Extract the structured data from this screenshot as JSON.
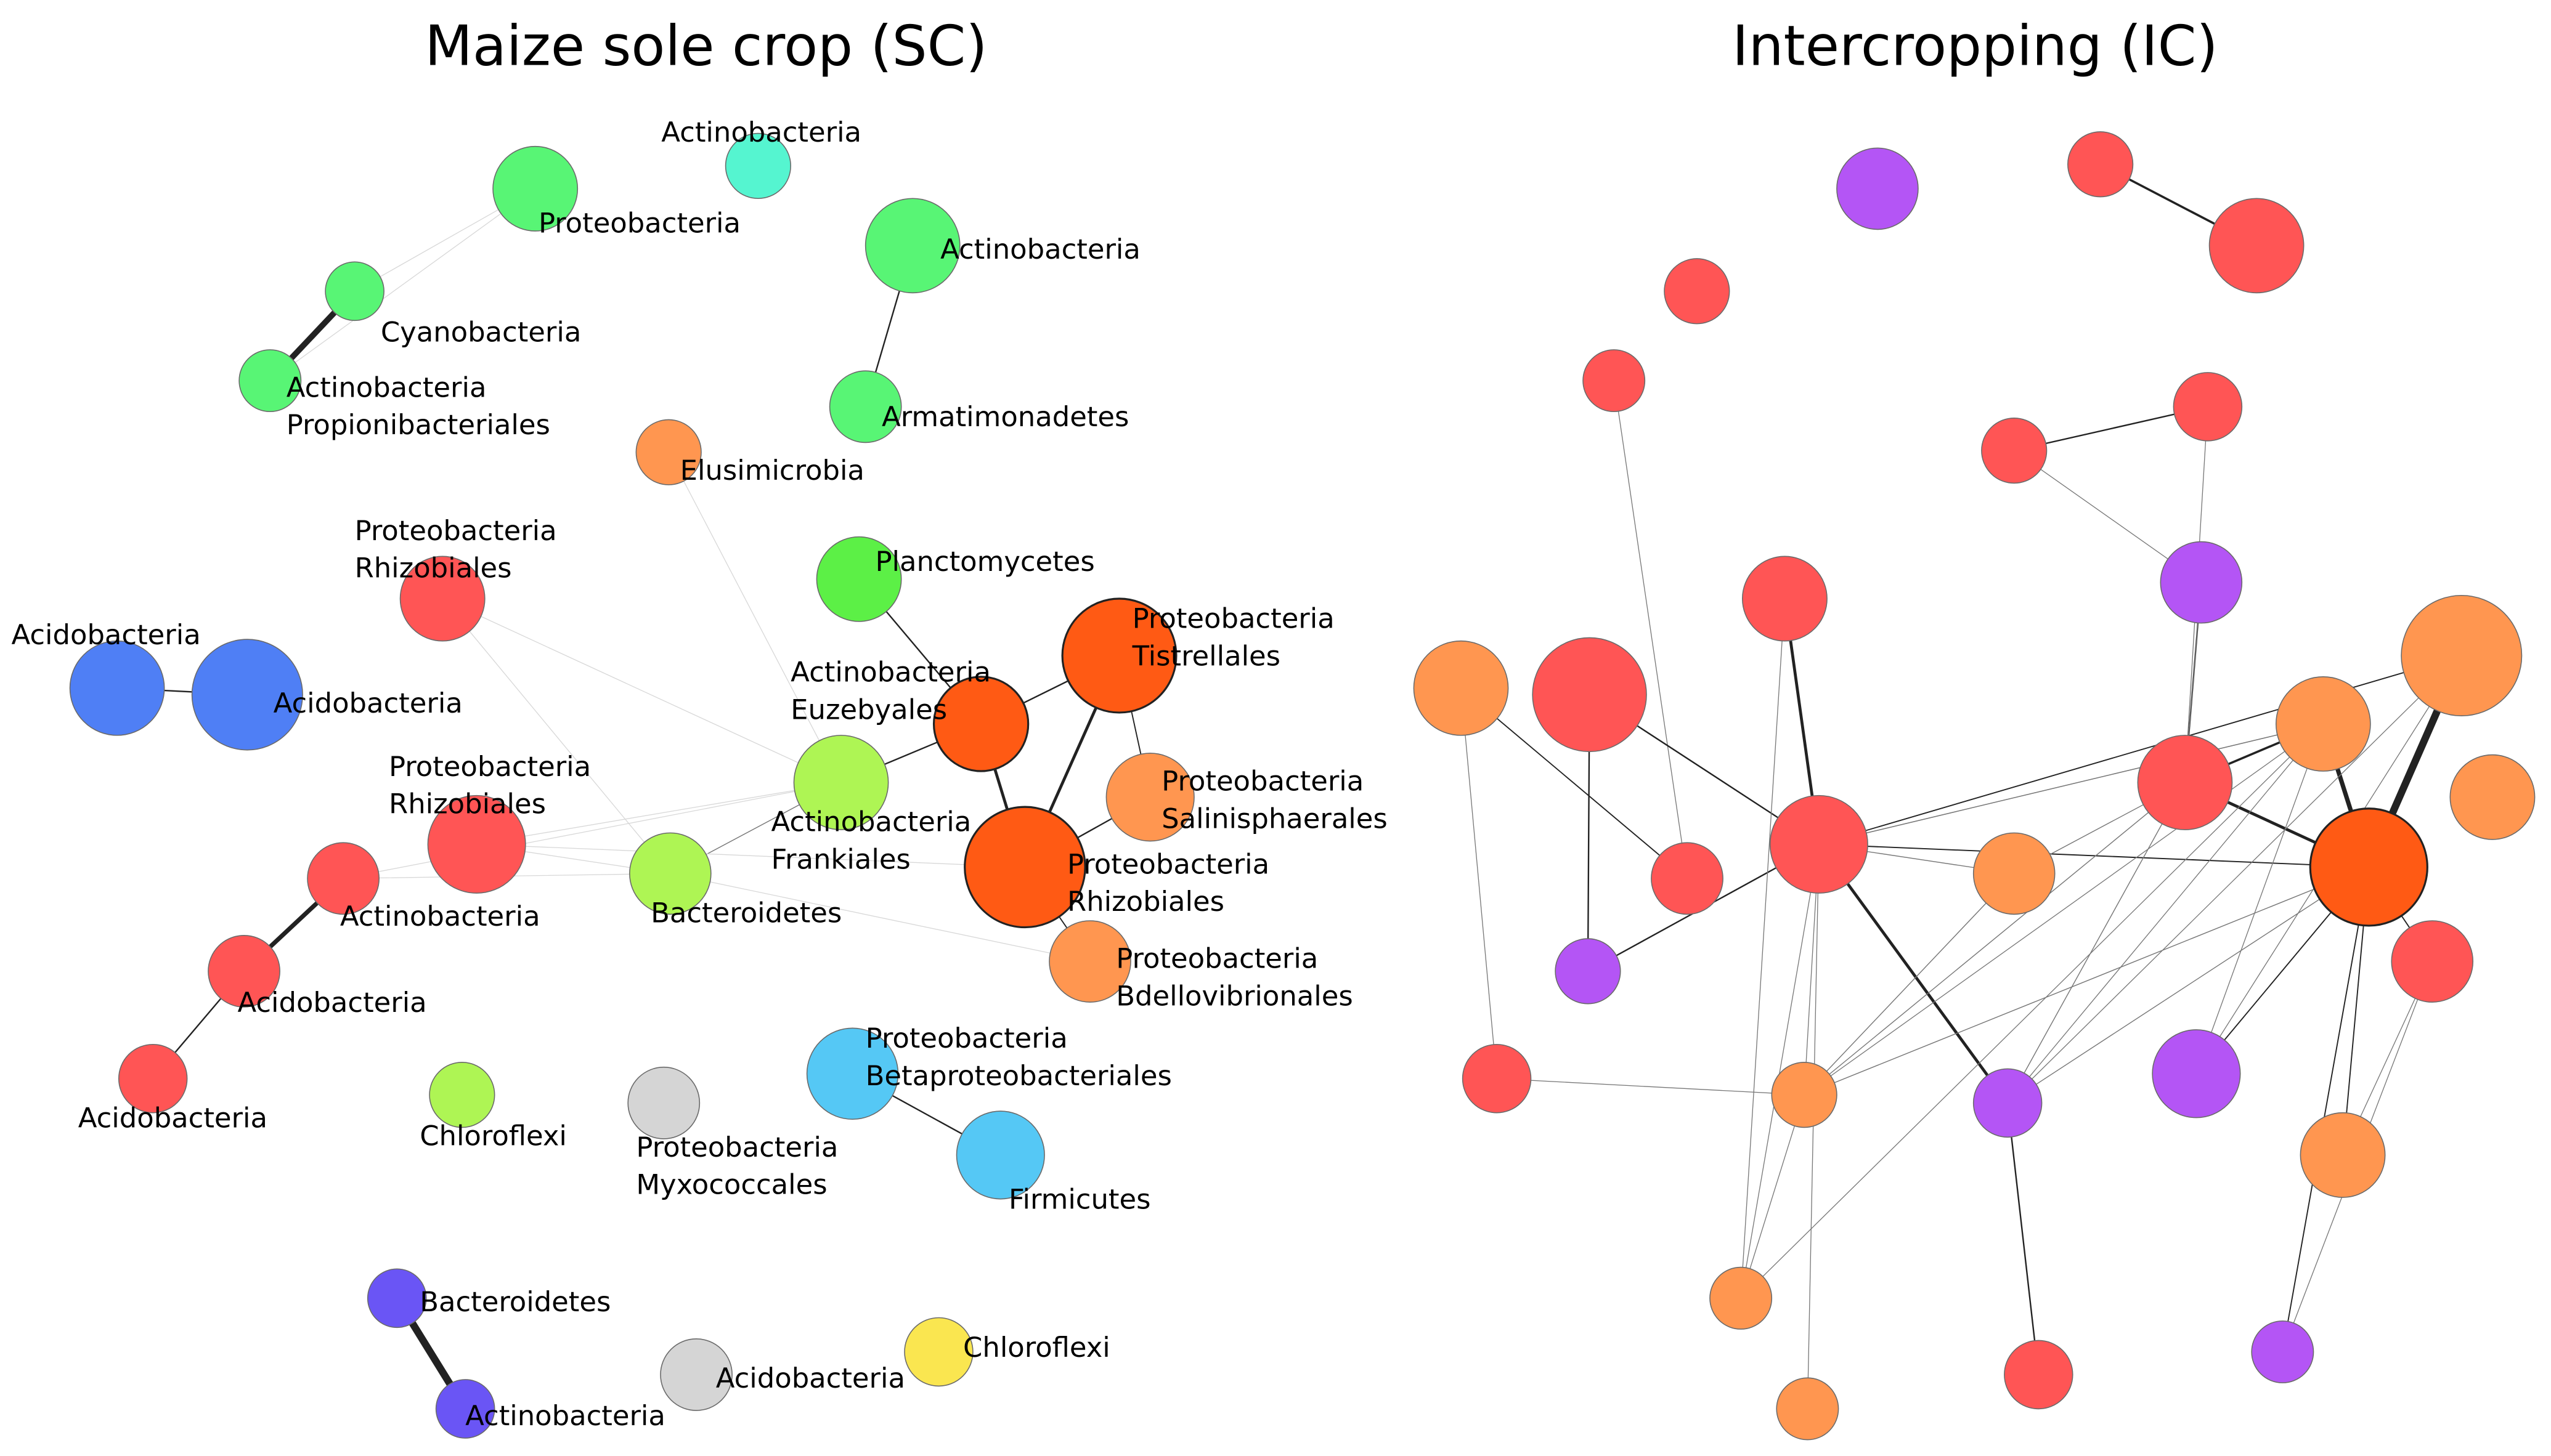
{
  "panels": [
    {
      "id": "sc",
      "title": "Maize sole crop (SC)",
      "nodes": [
        {
          "id": "sc_proteo_top",
          "color": "#58f575",
          "label": [
            "Proteobacteria"
          ]
        },
        {
          "id": "sc_actino_cyan",
          "color": "#55f5d0",
          "label": [
            "Actinobacteria"
          ]
        },
        {
          "id": "sc_cyano",
          "color": "#58f575",
          "label": [
            "Cyanobacteria"
          ]
        },
        {
          "id": "sc_actino_prop",
          "color": "#58f575",
          "label": [
            "Actinobacteria",
            "Propionibacteriales"
          ]
        },
        {
          "id": "sc_actino_green",
          "color": "#58f575",
          "label": [
            "Actinobacteria"
          ]
        },
        {
          "id": "sc_armati",
          "color": "#58f575",
          "label": [
            "Armatimonadetes"
          ]
        },
        {
          "id": "sc_elusi",
          "color": "#ff9650",
          "label": [
            "Elusimicrobia"
          ]
        },
        {
          "id": "sc_plancto",
          "color": "#5cf046",
          "label": [
            "Planctomycetes"
          ]
        },
        {
          "id": "sc_proteo_rhizo1",
          "color": "#ff5555",
          "label": [
            "Proteobacteria",
            "Rhizobiales"
          ]
        },
        {
          "id": "sc_acido_l",
          "color": "#4f7ff5",
          "label": [
            "Acidobacteria"
          ]
        },
        {
          "id": "sc_acido_r",
          "color": "#4f7ff5",
          "label": [
            "Acidobacteria"
          ]
        },
        {
          "id": "sc_proteo_tistr",
          "color": "#ff5a14",
          "label": [
            "Proteobacteria",
            "Tistrellales"
          ]
        },
        {
          "id": "sc_actino_euzeb",
          "color": "#ff5a14",
          "label": [
            "Actinobacteria",
            "Euzebyales"
          ]
        },
        {
          "id": "sc_proteo_salini",
          "color": "#ff9650",
          "label": [
            "Proteobacteria",
            "Salinisphaerales"
          ]
        },
        {
          "id": "sc_proteo_rhizo2",
          "color": "#ff5555",
          "label": [
            "Proteobacteria",
            "Rhizobiales"
          ]
        },
        {
          "id": "sc_actino_frank",
          "color": "#aef554",
          "label": [
            "Actinobacteria",
            "Frankiales"
          ]
        },
        {
          "id": "sc_proteo_rhizo3",
          "color": "#ff5a14",
          "label": [
            "Proteobacteria",
            "Rhizobiales"
          ]
        },
        {
          "id": "sc_actino_red",
          "color": "#ff5555",
          "label": [
            "Actinobacteria"
          ]
        },
        {
          "id": "sc_bactero_green",
          "color": "#aef554",
          "label": [
            "Bacteroidetes"
          ]
        },
        {
          "id": "sc_proteo_bdello",
          "color": "#ff9650",
          "label": [
            "Proteobacteria",
            "Bdellovibrionales"
          ]
        },
        {
          "id": "sc_acido_mid",
          "color": "#ff5555",
          "label": [
            "Acidobacteria"
          ]
        },
        {
          "id": "sc_acido_low",
          "color": "#ff5555",
          "label": [
            "Acidobacteria"
          ]
        },
        {
          "id": "sc_proteo_beta",
          "color": "#55c8f5",
          "label": [
            "Proteobacteria",
            "Betaproteobacteriales"
          ]
        },
        {
          "id": "sc_chloro_green",
          "color": "#aef554",
          "label": [
            "Chloroflexi"
          ]
        },
        {
          "id": "sc_proteo_myxo",
          "color": "#d5d5d5",
          "label": [
            "Proteobacteria",
            "Myxococcales"
          ]
        },
        {
          "id": "sc_firmi",
          "color": "#55c8f5",
          "label": [
            "Firmicutes"
          ]
        },
        {
          "id": "sc_bactero_blue",
          "color": "#6a55f5",
          "label": [
            "Bacteroidetes"
          ]
        },
        {
          "id": "sc_actino_blue",
          "color": "#6a55f5",
          "label": [
            "Actinobacteria"
          ]
        },
        {
          "id": "sc_acido_grey",
          "color": "#d5d5d5",
          "label": [
            "Acidobacteria"
          ]
        },
        {
          "id": "sc_chloro_yellow",
          "color": "#fae650",
          "label": [
            "Chloroflexi"
          ]
        }
      ],
      "edges": [
        {
          "source": "sc_cyano",
          "target": "sc_actino_prop",
          "weight": 4
        },
        {
          "source": "sc_actino_green",
          "target": "sc_armati",
          "weight": 1
        },
        {
          "source": "sc_acido_l",
          "target": "sc_acido_r",
          "weight": 1
        },
        {
          "source": "sc_actino_red",
          "target": "sc_acido_mid",
          "weight": 3
        },
        {
          "source": "sc_acido_mid",
          "target": "sc_acido_low",
          "weight": 1
        },
        {
          "source": "sc_proteo_tistr",
          "target": "sc_proteo_rhizo3",
          "weight": 2
        },
        {
          "source": "sc_actino_euzeb",
          "target": "sc_proteo_rhizo3",
          "weight": 2
        },
        {
          "source": "sc_actino_euzeb",
          "target": "sc_proteo_tistr",
          "weight": 1
        },
        {
          "source": "sc_plancto",
          "target": "sc_actino_euzeb",
          "weight": 1
        },
        {
          "source": "sc_actino_frank",
          "target": "sc_actino_euzeb",
          "weight": 1
        },
        {
          "source": "sc_bactero_green",
          "target": "sc_actino_frank",
          "weight": 0.6
        },
        {
          "source": "sc_proteo_salini",
          "target": "sc_proteo_rhizo3",
          "weight": 1
        },
        {
          "source": "sc_proteo_tistr",
          "target": "sc_proteo_salini",
          "weight": 0.8
        },
        {
          "source": "sc_proteo_rhizo3",
          "target": "sc_proteo_bdello",
          "weight": 0.8
        },
        {
          "source": "sc_proteo_beta",
          "target": "sc_firmi",
          "weight": 1
        },
        {
          "source": "sc_bactero_blue",
          "target": "sc_actino_blue",
          "weight": 5
        },
        {
          "source": "sc_proteo_top",
          "target": "sc_cyano",
          "weight": 0.25
        },
        {
          "source": "sc_proteo_top",
          "target": "sc_actino_prop",
          "weight": 0.25
        },
        {
          "source": "sc_elusi",
          "target": "sc_actino_frank",
          "weight": 0.25
        },
        {
          "source": "sc_proteo_rhizo1",
          "target": "sc_bactero_green",
          "weight": 0.25
        },
        {
          "source": "sc_proteo_rhizo1",
          "target": "sc_actino_frank",
          "weight": 0.25
        },
        {
          "source": "sc_proteo_rhizo2",
          "target": "sc_actino_frank",
          "weight": 0.25
        },
        {
          "source": "sc_proteo_rhizo2",
          "target": "sc_bactero_green",
          "weight": 0.25
        },
        {
          "source": "sc_actino_red",
          "target": "sc_actino_frank",
          "weight": 0.25
        },
        {
          "source": "sc_actino_red",
          "target": "sc_bactero_green",
          "weight": 0.25
        },
        {
          "source": "sc_bactero_green",
          "target": "sc_proteo_bdello",
          "weight": 0.25
        },
        {
          "source": "sc_proteo_rhizo2",
          "target": "sc_proteo_rhizo3",
          "weight": 0.25
        }
      ]
    },
    {
      "id": "ic",
      "title": "Intercropping (IC)",
      "nodes": [
        {
          "id": "ic_p1",
          "color": "#b455f5"
        },
        {
          "id": "ic_r1",
          "color": "#ff5555"
        },
        {
          "id": "ic_r2",
          "color": "#ff5555"
        },
        {
          "id": "ic_r3",
          "color": "#ff5555"
        },
        {
          "id": "ic_r4",
          "color": "#ff5555"
        },
        {
          "id": "ic_r5",
          "color": "#ff5555"
        },
        {
          "id": "ic_r6",
          "color": "#ff5555"
        },
        {
          "id": "ic_p2",
          "color": "#b455f5"
        },
        {
          "id": "ic_r7",
          "color": "#ff5555"
        },
        {
          "id": "ic_o1",
          "color": "#ff9650"
        },
        {
          "id": "ic_r8",
          "color": "#ff5555"
        },
        {
          "id": "ic_o2",
          "color": "#ff9650"
        },
        {
          "id": "ic_o3",
          "color": "#ff9650"
        },
        {
          "id": "ic_r9",
          "color": "#ff5555"
        },
        {
          "id": "ic_o4",
          "color": "#ff9650"
        },
        {
          "id": "ic_r10",
          "color": "#ff5555"
        },
        {
          "id": "ic_r11",
          "color": "#ff5555"
        },
        {
          "id": "ic_o5",
          "color": "#ff9650"
        },
        {
          "id": "ic_hub",
          "color": "#ff5a14"
        },
        {
          "id": "ic_p3",
          "color": "#b455f5"
        },
        {
          "id": "ic_r12",
          "color": "#ff5555"
        },
        {
          "id": "ic_r13",
          "color": "#ff5555"
        },
        {
          "id": "ic_p4",
          "color": "#b455f5"
        },
        {
          "id": "ic_p5",
          "color": "#b455f5"
        },
        {
          "id": "ic_o6",
          "color": "#ff9650"
        },
        {
          "id": "ic_o7",
          "color": "#ff9650"
        },
        {
          "id": "ic_o8",
          "color": "#ff9650"
        },
        {
          "id": "ic_p6",
          "color": "#b455f5"
        },
        {
          "id": "ic_r14",
          "color": "#ff5555"
        },
        {
          "id": "ic_o9",
          "color": "#ff9650"
        }
      ],
      "edges": [
        {
          "source": "ic_r1",
          "target": "ic_r2",
          "weight": 1.5
        },
        {
          "source": "ic_r5",
          "target": "ic_r6",
          "weight": 1
        },
        {
          "source": "ic_r4",
          "target": "ic_r11",
          "weight": 0.5
        },
        {
          "source": "ic_r7",
          "target": "ic_r9",
          "weight": 2
        },
        {
          "source": "ic_r8",
          "target": "ic_r9",
          "weight": 1
        },
        {
          "source": "ic_r9",
          "target": "ic_p4",
          "weight": 2
        },
        {
          "source": "ic_r9",
          "target": "ic_p3",
          "weight": 1
        },
        {
          "source": "ic_r9",
          "target": "ic_o2",
          "weight": 0.8
        },
        {
          "source": "ic_r9",
          "target": "ic_hub",
          "weight": 0.8
        },
        {
          "source": "ic_r9",
          "target": "ic_o4",
          "weight": 0.6
        },
        {
          "source": "ic_r9",
          "target": "ic_o3",
          "weight": 0.6
        },
        {
          "source": "ic_r9",
          "target": "ic_o6",
          "weight": 0.5
        },
        {
          "source": "ic_r9",
          "target": "ic_o7",
          "weight": 0.5
        },
        {
          "source": "ic_r10",
          "target": "ic_o3",
          "weight": 1.5
        },
        {
          "source": "ic_r10",
          "target": "ic_hub",
          "weight": 2
        },
        {
          "source": "ic_r10",
          "target": "ic_p2",
          "weight": 1
        },
        {
          "source": "ic_r10",
          "target": "ic_o4",
          "weight": 0.6
        },
        {
          "source": "ic_r10",
          "target": "ic_o6",
          "weight": 0.6
        },
        {
          "source": "ic_r10",
          "target": "ic_p4",
          "weight": 0.6
        },
        {
          "source": "ic_o3",
          "target": "ic_hub",
          "weight": 3
        },
        {
          "source": "ic_o2",
          "target": "ic_hub",
          "weight": 5
        },
        {
          "source": "ic_hub",
          "target": "ic_p5",
          "weight": 0.8
        },
        {
          "source": "ic_hub",
          "target": "ic_r13",
          "weight": 0.8
        },
        {
          "source": "ic_hub",
          "target": "ic_p6",
          "weight": 0.8
        },
        {
          "source": "ic_hub",
          "target": "ic_o8",
          "weight": 0.8
        },
        {
          "source": "ic_hub",
          "target": "ic_o6",
          "weight": 0.6
        },
        {
          "source": "ic_hub",
          "target": "ic_p4",
          "weight": 0.6
        },
        {
          "source": "ic_o3",
          "target": "ic_p4",
          "weight": 0.5
        },
        {
          "source": "ic_o3",
          "target": "ic_p5",
          "weight": 0.5
        },
        {
          "source": "ic_o3",
          "target": "ic_r9",
          "weight": 0.5
        },
        {
          "source": "ic_o3",
          "target": "ic_o7",
          "weight": 0.5
        },
        {
          "source": "ic_o3",
          "target": "ic_o6",
          "weight": 0.5
        },
        {
          "source": "ic_o2",
          "target": "ic_p4",
          "weight": 0.5
        },
        {
          "source": "ic_o2",
          "target": "ic_p5",
          "weight": 0.5
        },
        {
          "source": "ic_r13",
          "target": "ic_o8",
          "weight": 0.5
        },
        {
          "source": "ic_r13",
          "target": "ic_p6",
          "weight": 0.5
        },
        {
          "source": "ic_o1",
          "target": "ic_r11",
          "weight": 0.8
        },
        {
          "source": "ic_o1",
          "target": "ic_r12",
          "weight": 0.5
        },
        {
          "source": "ic_r8",
          "target": "ic_p3",
          "weight": 1
        },
        {
          "source": "ic_r8",
          "target": "ic_r9",
          "weight": 0.8
        },
        {
          "source": "ic_r12",
          "target": "ic_o6",
          "weight": 0.5
        },
        {
          "source": "ic_o6",
          "target": "ic_o4",
          "weight": 0.6
        },
        {
          "source": "ic_o6",
          "target": "ic_o7",
          "weight": 0.5
        },
        {
          "source": "ic_r9",
          "target": "ic_o9",
          "weight": 0.5
        },
        {
          "source": "ic_p4",
          "target": "ic_r14",
          "weight": 1
        },
        {
          "source": "ic_p2",
          "target": "ic_r10",
          "weight": 0.5
        },
        {
          "source": "ic_p2",
          "target": "ic_r5",
          "weight": 0.5
        },
        {
          "source": "ic_r6",
          "target": "ic_r10",
          "weight": 0.5
        },
        {
          "source": "ic_r7",
          "target": "ic_o7",
          "weight": 0.5
        }
      ]
    }
  ]
}
